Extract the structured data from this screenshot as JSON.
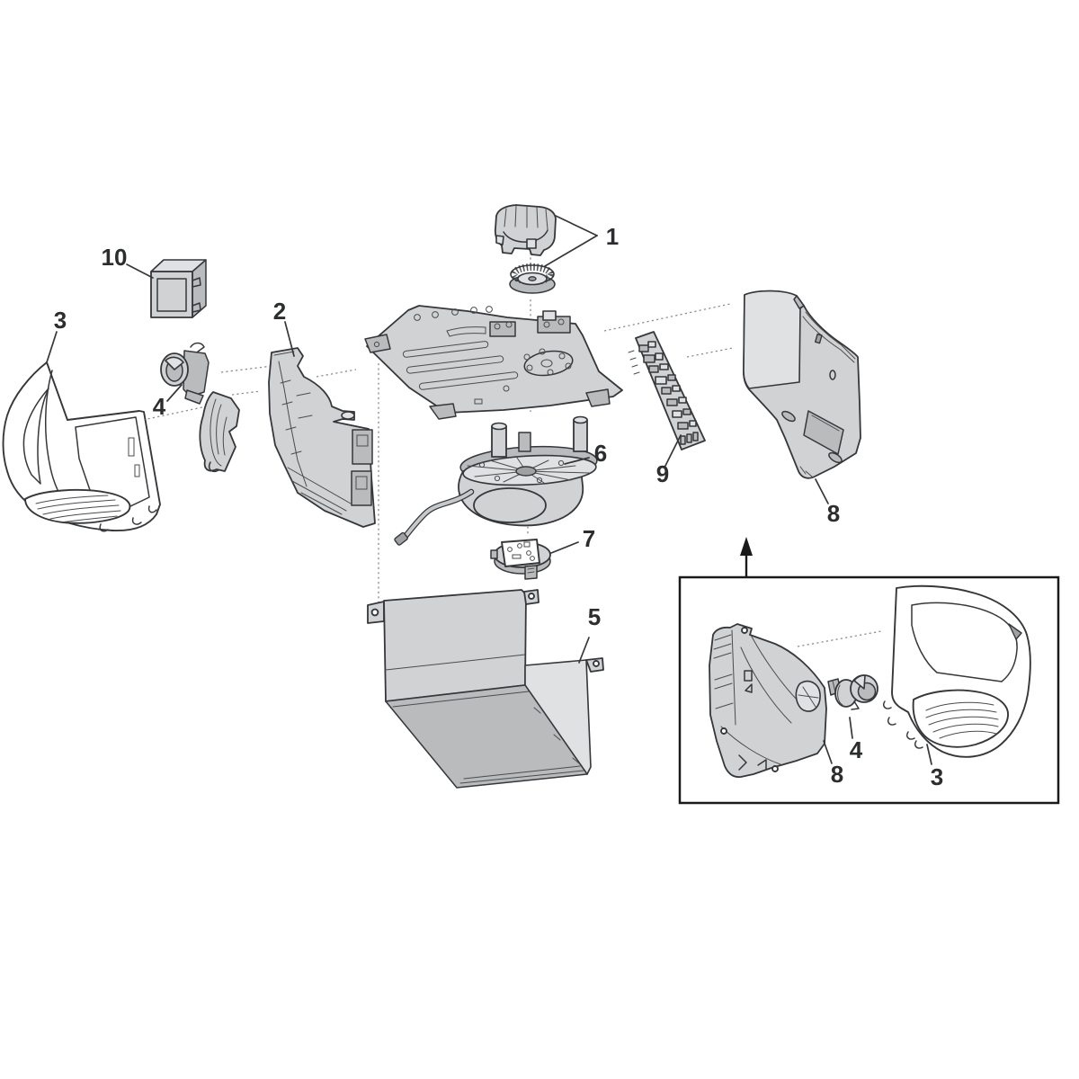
{
  "diagram": {
    "kind": "exploded-parts-diagram",
    "background_color": "#ffffff",
    "line_color": "#35373a",
    "part_fill_color": "#d0d2d4",
    "part_shadow_color": "#b9bbbd",
    "label_color": "#2b2d2f",
    "callouts": {
      "n1": "1",
      "n2": "2",
      "n3": "3",
      "n4": "4",
      "n5": "5",
      "n6": "6",
      "n7": "7",
      "n8": "8",
      "n9": "9",
      "n10": "10"
    },
    "inset": {
      "n8": "8",
      "n4": "4",
      "n3": "3"
    }
  }
}
